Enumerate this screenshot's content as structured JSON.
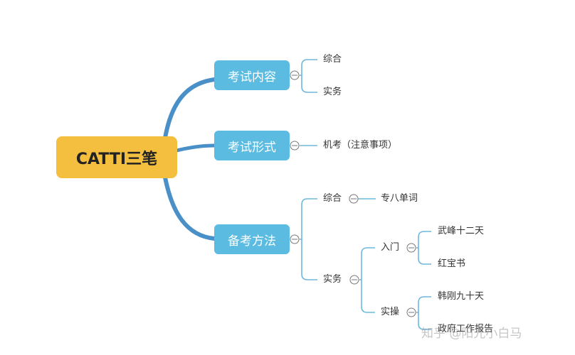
{
  "root": {
    "label": "CATTI三笔"
  },
  "branches": {
    "content": {
      "label": "考试内容",
      "children": [
        "综合",
        "实务"
      ]
    },
    "format": {
      "label": "考试形式",
      "children": [
        "机考（注意事项）"
      ]
    },
    "method": {
      "label": "备考方法",
      "zonghe": {
        "label": "综合",
        "child": "专八单词"
      },
      "shiwu": {
        "label": "实务",
        "rumen": {
          "label": "入门",
          "children": [
            "武峰十二天",
            "红宝书"
          ]
        },
        "shicao": {
          "label": "实操",
          "children": [
            "韩刚九十天",
            "政府工作报告"
          ]
        }
      }
    }
  },
  "watermark": "知乎 @阳光小白马",
  "colors": {
    "root": "#f4bf3f",
    "branch": "#5bbbe0",
    "connector": "#4a90c8",
    "line": "#6fb8dd"
  }
}
